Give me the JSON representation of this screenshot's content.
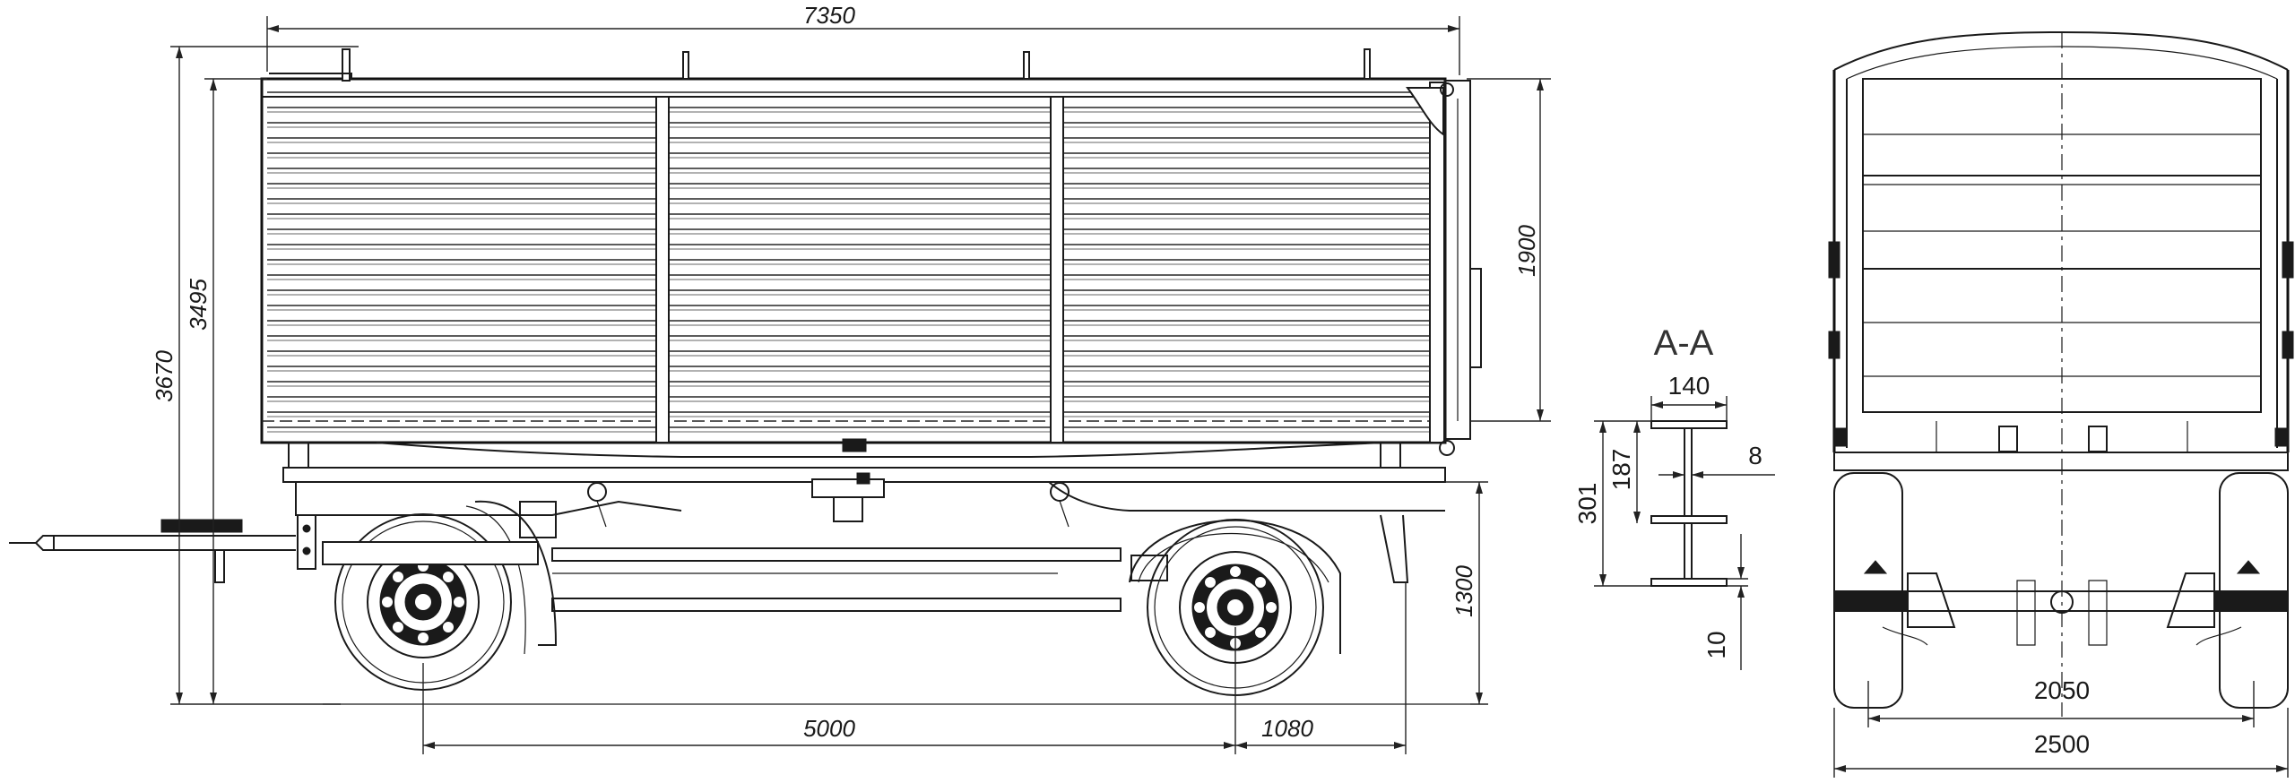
{
  "side_view": {
    "overall_length": "7350",
    "overall_height": "3670",
    "platform_height": "3495",
    "body_height": "1900",
    "frame_height": "1300",
    "wheelbase": "5000",
    "rear_overhang": "1080"
  },
  "section": {
    "title": "A-A",
    "width": "140",
    "height_total": "301",
    "height_web": "187",
    "web_thickness": "8",
    "flange_thickness": "10"
  },
  "rear_view": {
    "track": "2050",
    "overall_width": "2500"
  }
}
